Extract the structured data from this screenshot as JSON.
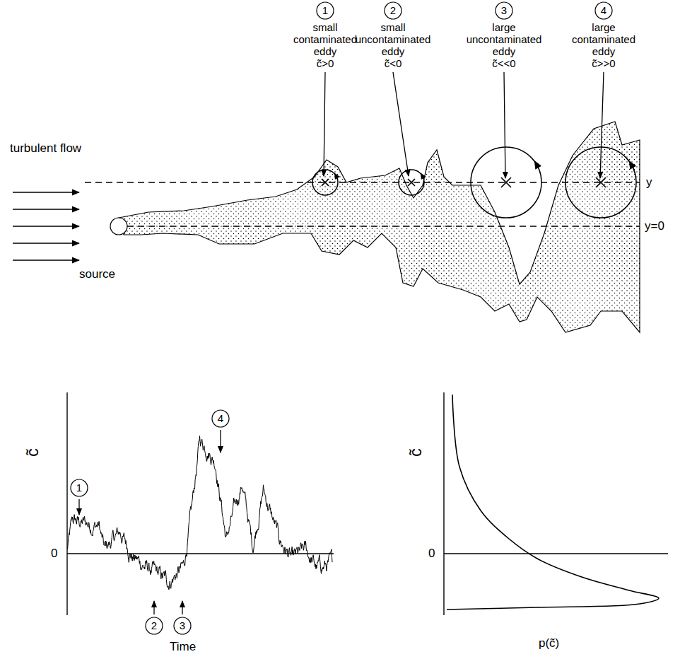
{
  "diagram": {
    "nodes": [
      {
        "text": [
          "1",
          "small contaminated eddy",
          "c̃>0"
        ]
      },
      {
        "text": [
          "2",
          "small uncontaminated eddy",
          "c̃<0"
        ]
      },
      {
        "text": [
          "3",
          "large uncontaminated eddy",
          "c̃<<0"
        ]
      },
      {
        "text": [
          "4",
          "large contaminated eddy",
          "c̃>>0"
        ]
      },
      {
        "text": [
          "1"
        ]
      },
      {
        "text": [
          "4"
        ]
      },
      {
        "text": [
          "2"
        ]
      },
      {
        "text": [
          "3"
        ]
      }
    ],
    "labels": [
      "turbulent flow",
      "source",
      "y",
      "y=0",
      "c̃",
      "0",
      "Time",
      "c̃",
      "0",
      "p(c̃)"
    ]
  }
}
